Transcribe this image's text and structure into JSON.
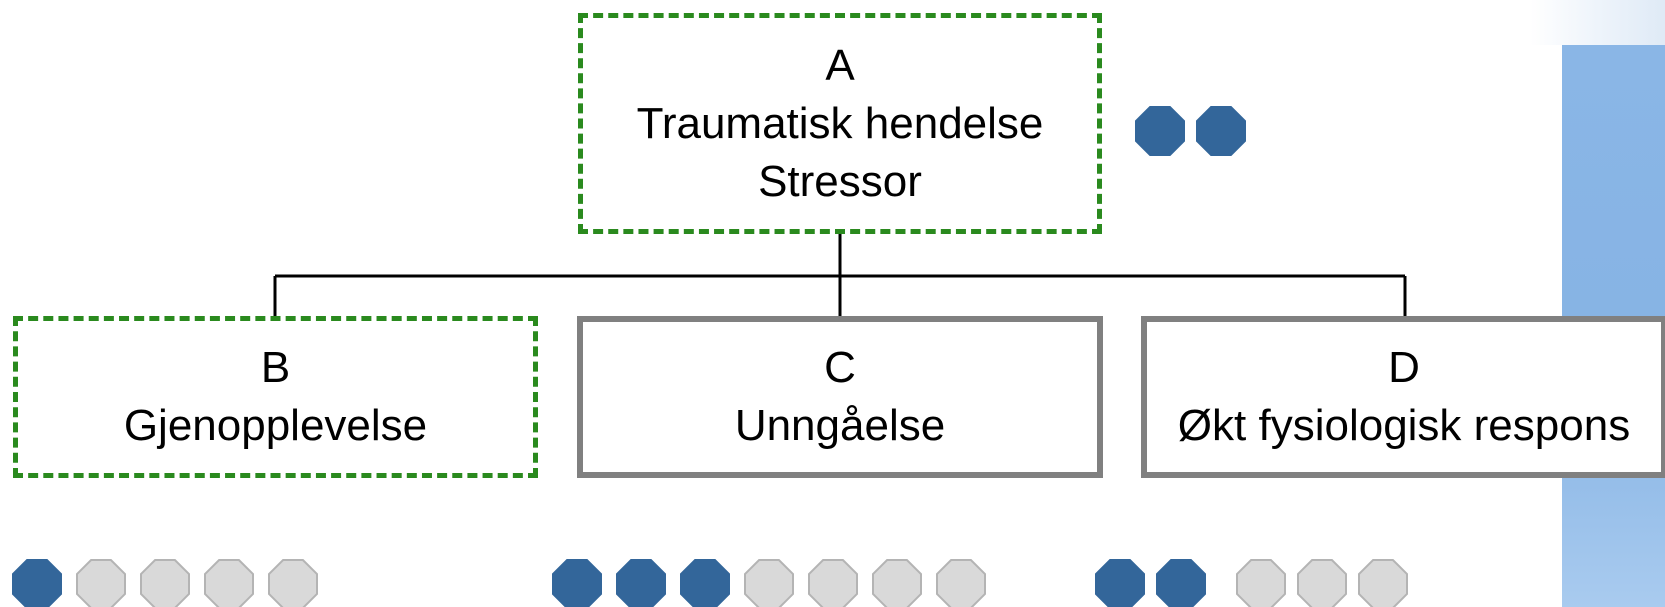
{
  "diagram": {
    "top_box": {
      "letter": "A",
      "line1": "Traumatisk hendelse",
      "line2": "Stressor",
      "style": "dashed",
      "border_color": "#2a8a1e"
    },
    "boxes": [
      {
        "id": "B",
        "letter": "B",
        "label": "Gjenopplevelse",
        "style": "dashed",
        "border_color": "#2a8a1e"
      },
      {
        "id": "C",
        "letter": "C",
        "label": "Unngåelse",
        "style": "solid",
        "border_color": "#808080"
      },
      {
        "id": "D",
        "letter": "D",
        "label": "Økt fysiologisk respons",
        "style": "solid",
        "border_color": "#808080"
      }
    ],
    "indicators": {
      "A": {
        "filled": 2,
        "total": 2
      },
      "B": {
        "filled": 1,
        "total": 5
      },
      "C": {
        "filled": 3,
        "total": 7
      },
      "D": {
        "filled": 2,
        "total": 5
      }
    },
    "colors": {
      "filled": "#33669a",
      "empty": "#d9d9d9",
      "empty_stroke": "#b4b4b4",
      "connector": "#000000",
      "background_strip": "#86b3e4"
    }
  }
}
